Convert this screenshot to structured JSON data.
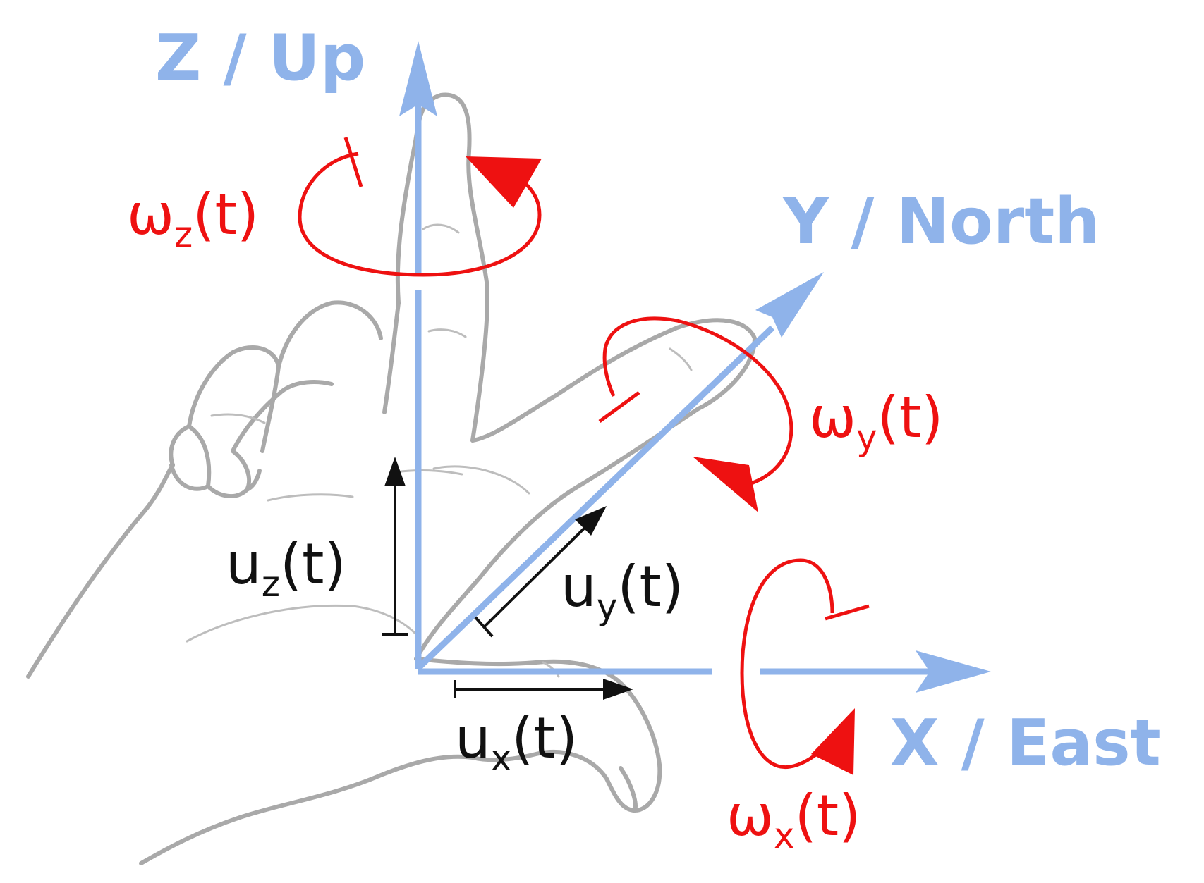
{
  "axes": {
    "z": {
      "label": "Z / Up",
      "color": "#8fb3ea"
    },
    "y": {
      "label": "Y / North",
      "color": "#8fb3ea"
    },
    "x": {
      "label": "X / East",
      "color": "#8fb3ea"
    }
  },
  "rotations": {
    "z": {
      "symbol": "ω",
      "sub": "z",
      "arg": "(t)",
      "color": "#ee1111"
    },
    "y": {
      "symbol": "ω",
      "sub": "y",
      "arg": "(t)",
      "color": "#ee1111"
    },
    "x": {
      "symbol": "ω",
      "sub": "x",
      "arg": "(t)",
      "color": "#ee1111"
    }
  },
  "displacements": {
    "z": {
      "symbol": "u",
      "sub": "z",
      "arg": "(t)",
      "color": "#111111"
    },
    "y": {
      "symbol": "u",
      "sub": "y",
      "arg": "(t)",
      "color": "#111111"
    },
    "x": {
      "symbol": "u",
      "sub": "x",
      "arg": "(t)",
      "color": "#111111"
    }
  }
}
